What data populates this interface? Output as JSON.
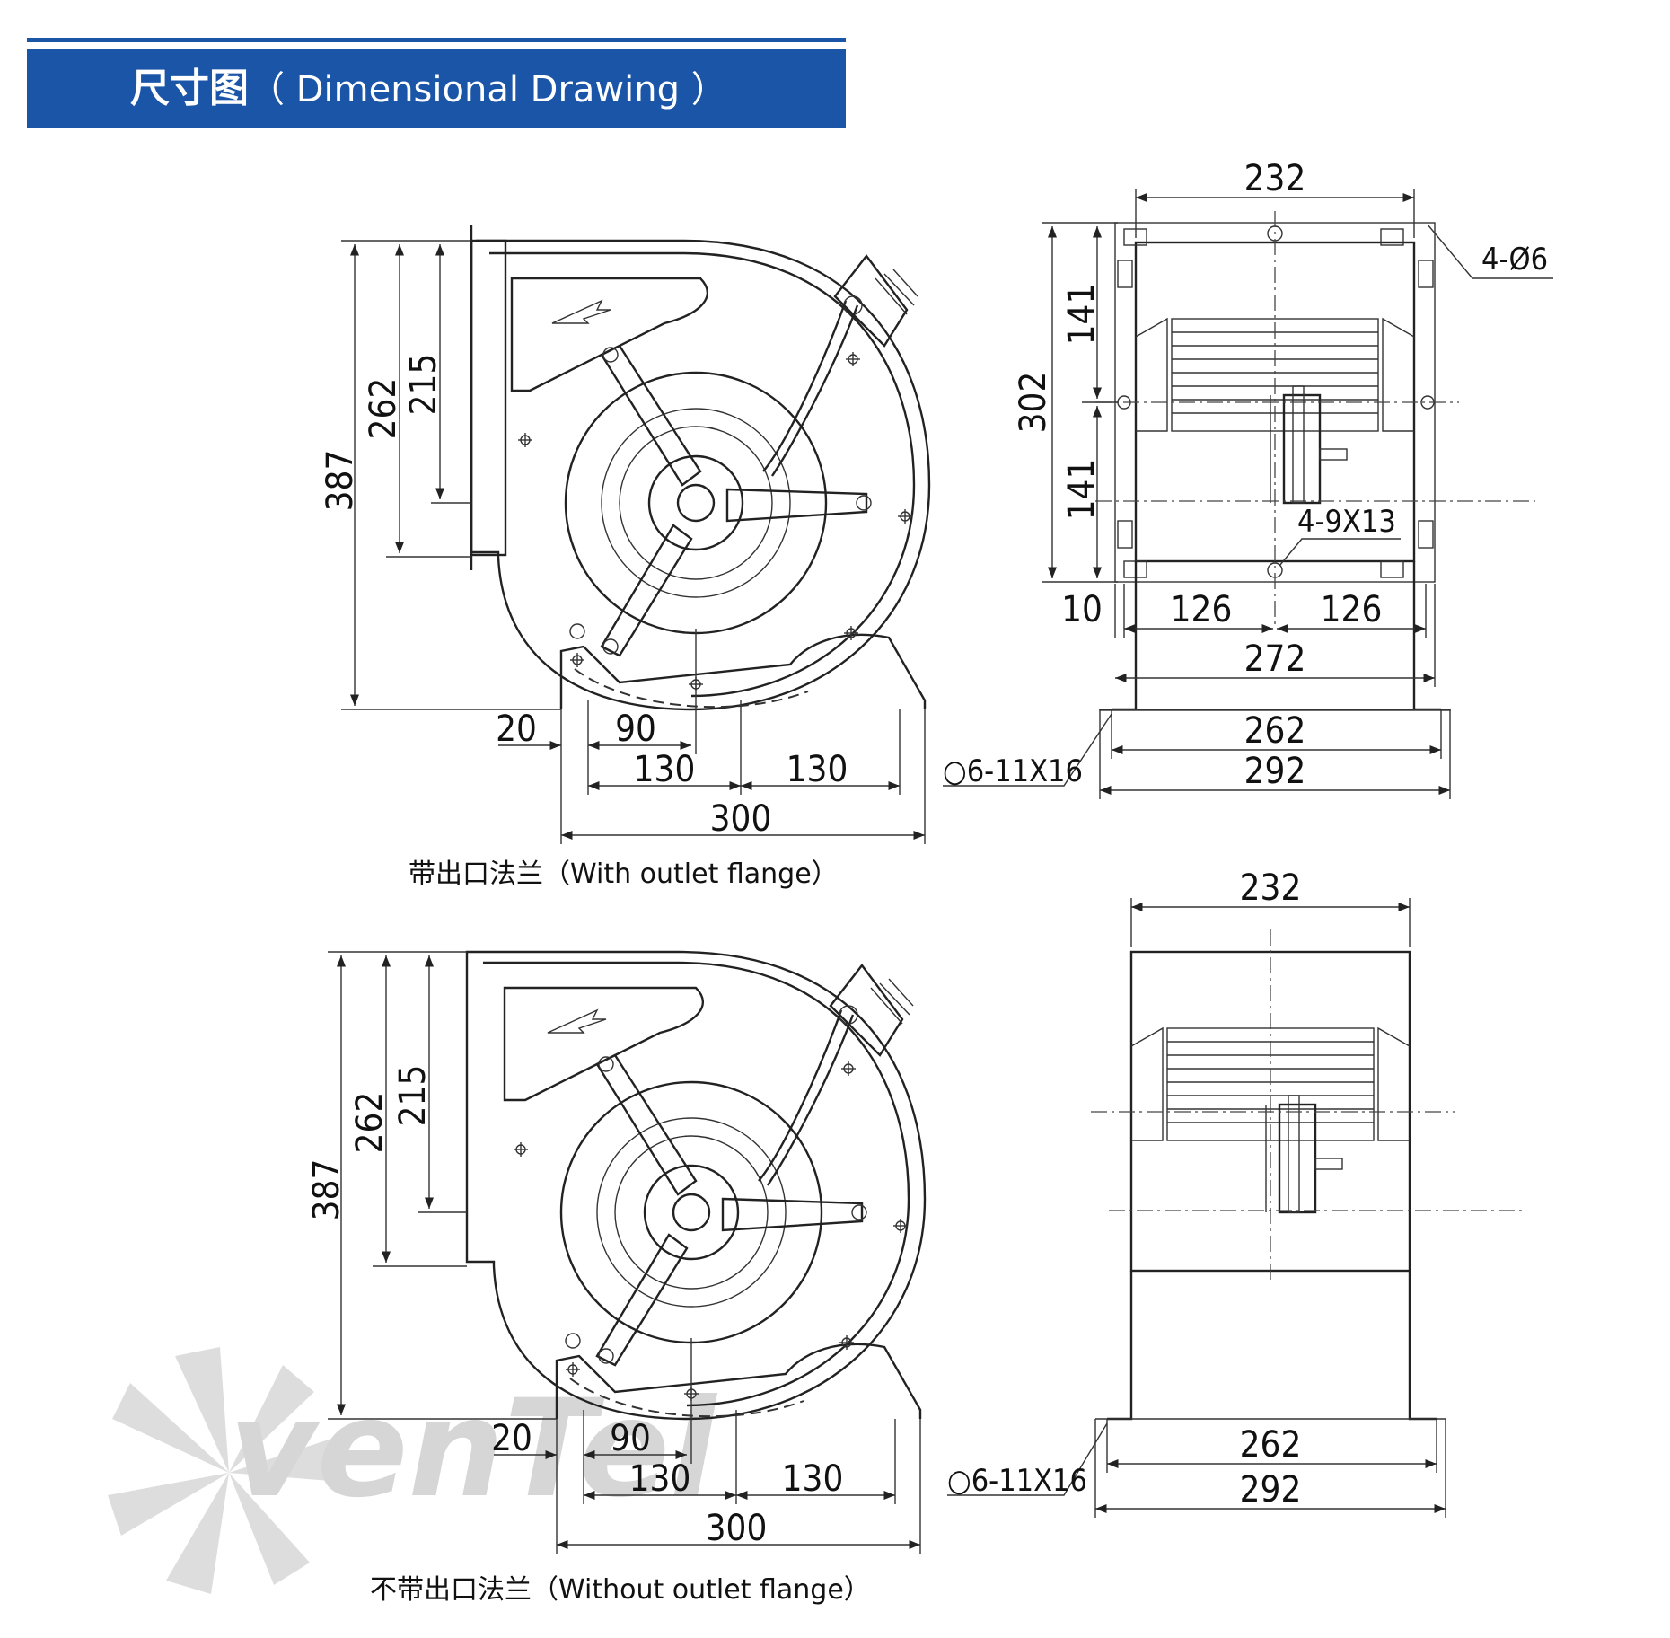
{
  "header": {
    "title_cn": "尺寸图",
    "title_en": "（ Dimensional Drawing ）"
  },
  "top_side": {
    "caption": "带出口法兰（With outlet flange）",
    "dims": {
      "h387": "387",
      "h262": "262",
      "h215": "215",
      "d20": "20",
      "d90": "90",
      "d130a": "130",
      "d130b": "130",
      "d300": "300"
    }
  },
  "top_front": {
    "dims": {
      "w232": "232",
      "h302": "302",
      "h141a": "141",
      "h141b": "141",
      "w10": "10",
      "w126a": "126",
      "w126b": "126",
      "w272": "272",
      "w262": "262",
      "w292": "292"
    },
    "notes": {
      "holes_flange": "4-Ø6",
      "slots": "4-9X13",
      "base_holes": "○6-11X16"
    }
  },
  "bottom_side": {
    "caption": "不带出口法兰（Without outlet flange）",
    "dims": {
      "h387": "387",
      "h262": "262",
      "h215": "215",
      "d20": "20",
      "d90": "90",
      "d130a": "130",
      "d130b": "130",
      "d300": "300"
    }
  },
  "bottom_front": {
    "dims": {
      "w232": "232",
      "w262": "262",
      "w292": "292"
    },
    "notes": {
      "base_holes": "○6-11X16"
    }
  },
  "watermark": {
    "text": "venTel"
  },
  "colors": {
    "banner": "#1a55a8",
    "line": "#222222"
  }
}
